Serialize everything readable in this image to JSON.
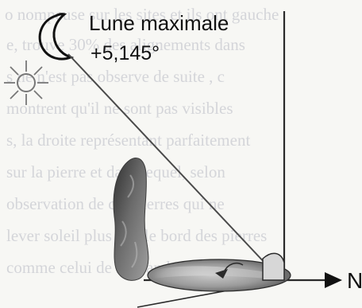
{
  "labels": {
    "title_line_1": "Lune maximale",
    "title_line_2": "+5,145°",
    "north": "N"
  },
  "background_text_lines": [
    "o nompeuse sur les sites et ils ont gauche",
    "e, trouve 30% des alignements dans",
    "s ne n'est pas observe de suite , c",
    "montrent qu'il ne sont pas visibles",
    "s, la droite représentant parfaitement",
    "sur la pierre et dans lequel, selon",
    "observation de ces pierres qui ne",
    "lever soleil plus très le bord des pierres",
    "comme celui de la grande pierre de"
  ],
  "icons": {
    "moon": "crescent-moon-icon",
    "sun": "sun-icon",
    "north_arrow": "arrow-right-icon"
  },
  "colors": {
    "line": "#2a2a2a",
    "stone_dark": "#424242",
    "stone_light": "#9a9a9a",
    "shadow": "#bdbdbd"
  }
}
